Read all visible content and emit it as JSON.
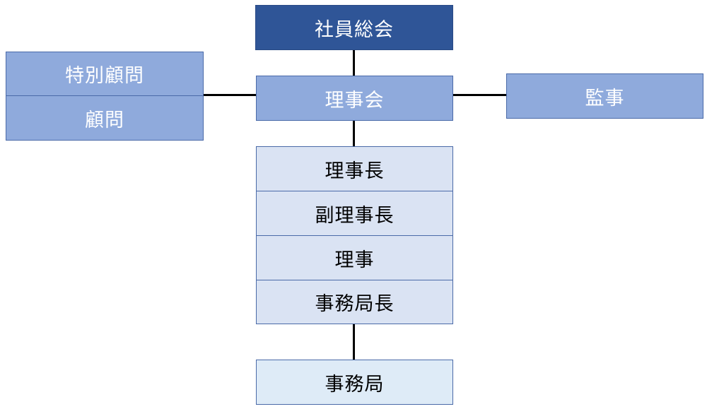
{
  "nodes": {
    "general_assembly": "社員総会",
    "board": "理事会",
    "special_advisor": "特別顧問",
    "advisor": "顧問",
    "auditor": "監事",
    "chairman": "理事長",
    "vice_chairman": "副理事長",
    "director": "理事",
    "secretary_general": "事務局長",
    "secretariat": "事務局"
  },
  "colors": {
    "dark": "#2f5597",
    "mid": "#8faadc",
    "light": "#dae3f3",
    "lighter": "#deebf7",
    "connector": "#000000"
  }
}
